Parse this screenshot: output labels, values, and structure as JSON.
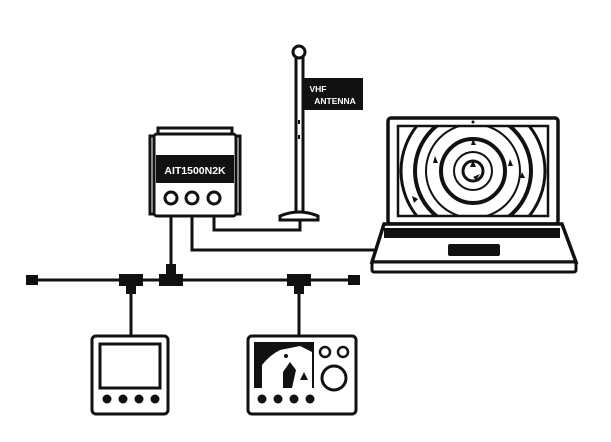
{
  "device": {
    "model_label": "AIT1500N2K"
  },
  "antenna": {
    "label_line1": "VHF",
    "label_line2": "ANTENNA"
  },
  "colors": {
    "ink": "#111111",
    "paper": "#ffffff"
  },
  "icons": [
    "antenna-icon",
    "laptop-icon",
    "radar-icon",
    "display-icon",
    "chartplotter-icon"
  ]
}
